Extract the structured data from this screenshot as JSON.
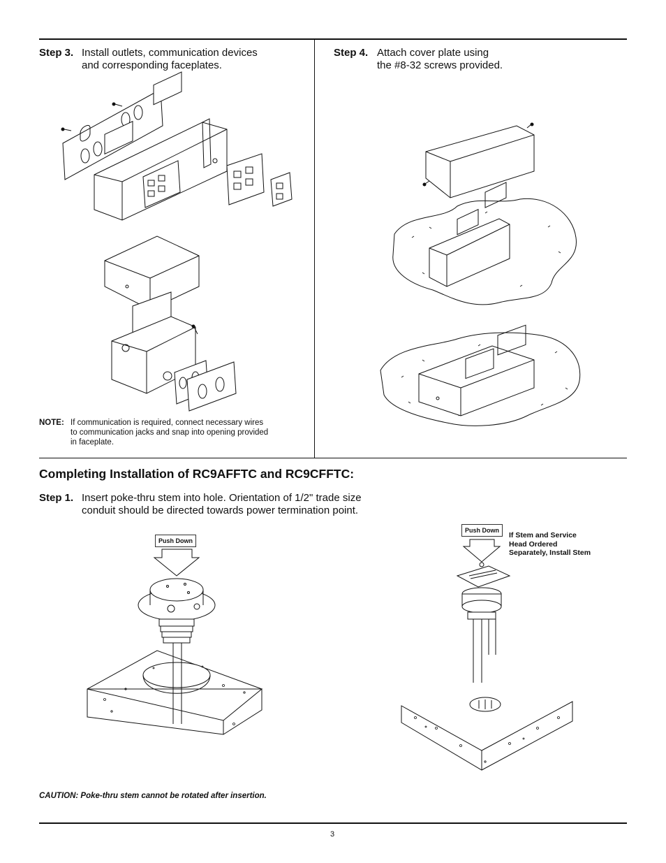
{
  "step3": {
    "label": "Step 3.",
    "line1": "Install outlets, communication devices",
    "line2": "and corresponding faceplates."
  },
  "step4": {
    "label": "Step 4.",
    "line1": "Attach cover plate using",
    "line2": "the #8-32 screws provided."
  },
  "note": {
    "label": "NOTE:",
    "line1": "If communication is required, connect necessary wires",
    "line2": "to communication jacks and snap into opening provided",
    "line3": "in faceplate."
  },
  "section_title": "Completing Installation of RC9AFFTC and RC9CFFTC:",
  "step1": {
    "label": "Step 1.",
    "line1": "Insert poke-thru stem into hole. Orientation of 1/2\" trade size",
    "line2": "conduit should be directed towards power termination point."
  },
  "push_left": "Push Down",
  "push_right": "Push Down",
  "callout": {
    "line1": "If Stem and Service",
    "line2": "Head Ordered",
    "line3": "Separately, Install Stem"
  },
  "caution": "CAUTION:  Poke-thru stem cannot be rotated after insertion.",
  "page_number": "3"
}
